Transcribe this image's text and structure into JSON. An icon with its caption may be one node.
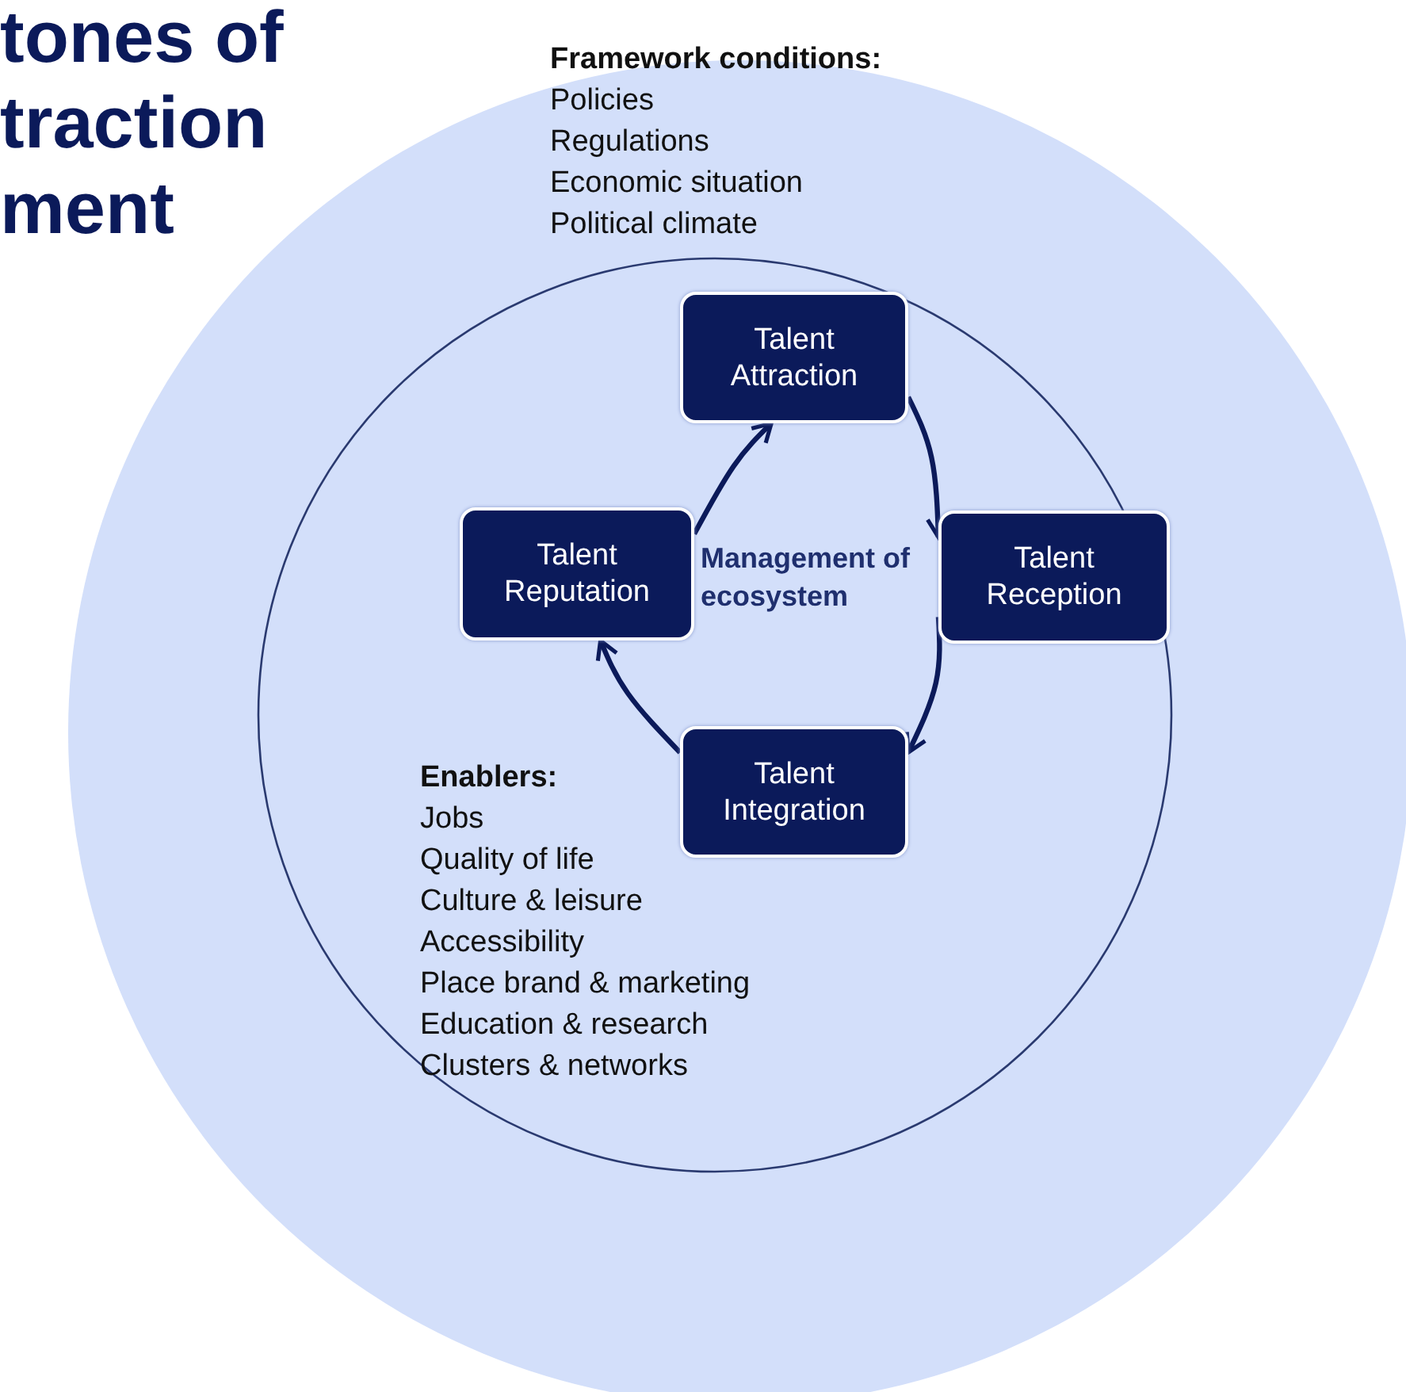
{
  "diagram": {
    "title": "tones of traction ment",
    "nodes": [
      {
        "text": [
          "Framework conditions:",
          "Policies",
          "Regulations",
          "Economic situation",
          "Political climate"
        ]
      },
      {
        "text": [
          "Enablers:",
          "Jobs",
          "Quality of life",
          "Culture & leisure",
          "Accessibility",
          "Place brand & marketing",
          "Education & research",
          "Clusters & networks"
        ],
        "in": 0
      },
      {
        "text": [
          "Talent Attraction"
        ],
        "in": 1
      },
      {
        "text": [
          "Talent Reception"
        ],
        "in": 1
      },
      {
        "text": [
          "Talent Integration"
        ],
        "in": 1
      },
      {
        "text": [
          "Talent Reputation"
        ],
        "in": 1
      }
    ],
    "edges": [
      {
        "from": 2,
        "to": 3,
        "arrow": "to"
      },
      {
        "from": 3,
        "to": 4,
        "arrow": "to"
      },
      {
        "from": 4,
        "to": 5,
        "arrow": "to"
      },
      {
        "from": 5,
        "to": 2,
        "arrow": "to"
      }
    ],
    "labels": [
      "Management of ecosystem"
    ]
  }
}
